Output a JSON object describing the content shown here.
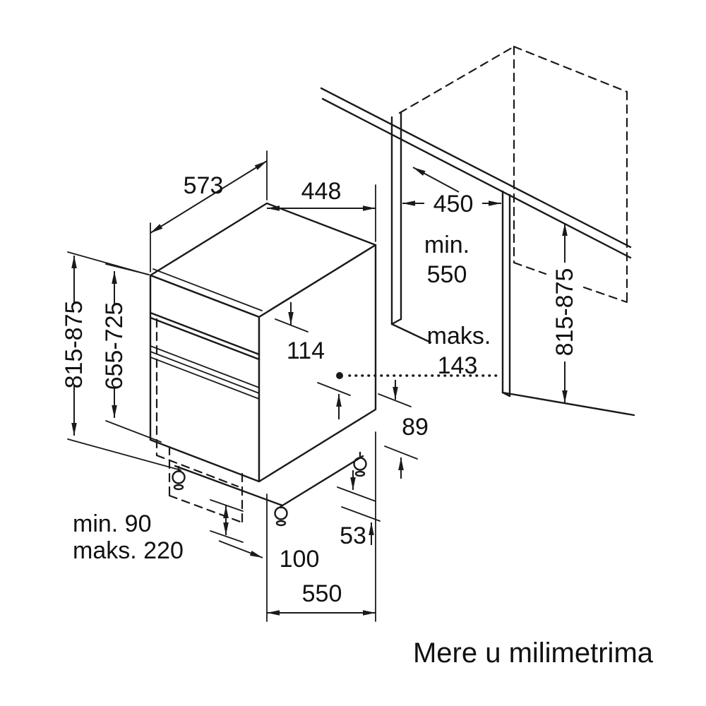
{
  "caption": "Mere u milimetrima",
  "appliance": {
    "depth": "573",
    "width": "448",
    "overall_height": "815-875",
    "door_height": "655-725",
    "control_panel_height": "114",
    "rear_clearance": "89",
    "base_rear_offset": "53",
    "foot_adjustment": "100",
    "plinth_min": "min. 90",
    "plinth_max": "maks. 220",
    "base_depth": "550"
  },
  "niche": {
    "width": "450",
    "depth_min_label": "min.",
    "depth_min_value": "550",
    "front_clearance_label": "maks.",
    "front_clearance_value": "143",
    "height": "815-875"
  }
}
